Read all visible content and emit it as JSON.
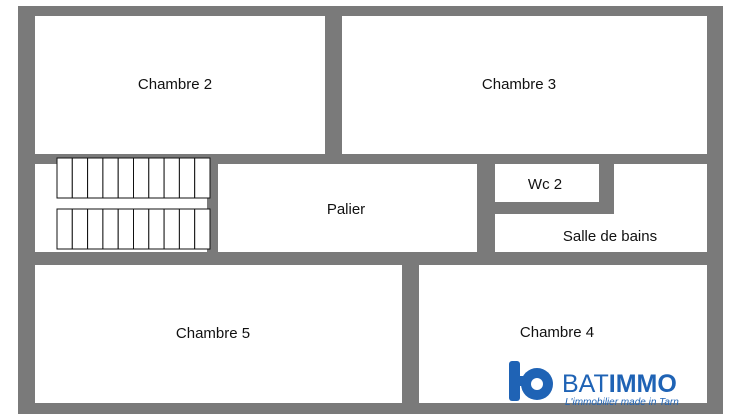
{
  "colors": {
    "wall": "#7a7a7a",
    "floor": "#ffffff",
    "brand": "#1f63b5",
    "text": "#111111"
  },
  "rooms": {
    "chambre2": "Chambre 2",
    "chambre3": "Chambre 3",
    "palier": "Palier",
    "wc2": "Wc 2",
    "salle_de_bains": "Salle de bains",
    "chambre5": "Chambre 5",
    "chambre4": "Chambre 4"
  },
  "stairs": {
    "flights": 2,
    "steps_per_flight": 10
  },
  "logo": {
    "icon": "batimmo-b-logo-icon",
    "brand_part1": "BAT",
    "brand_part2": "IMMO",
    "tagline": "L'immobilier made in Tarn"
  }
}
